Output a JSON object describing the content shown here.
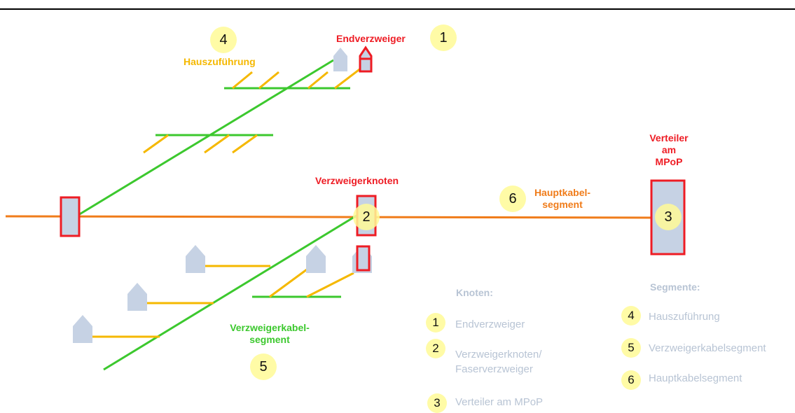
{
  "labels": {
    "endverzweiger": "Endverzweiger",
    "hauszufuehrung": "Hauszuführung",
    "verteiler": [
      "Verteiler",
      "am",
      "MPoP"
    ],
    "verzweigerknoten": "Verzweigerknoten",
    "hauptkabel": [
      "Hauptkabel-",
      "segment"
    ],
    "verzweigerkabel": [
      "Verzweigerkabel-",
      "segment"
    ]
  },
  "badges": {
    "endverzweiger": "1",
    "verzweigerknoten": "2",
    "verteiler": "3",
    "hauszufuehrung": "4",
    "verzweigerkabel": "5",
    "hauptkabel": "6"
  },
  "legend": {
    "knoten_title": "Knoten:",
    "knoten": [
      {
        "num": "1",
        "text": "Endverzweiger"
      },
      {
        "num": "2",
        "text": "Verzweigerknoten/"
      },
      {
        "num": "",
        "text": "Faserverzweiger"
      },
      {
        "num": "3",
        "text": "Verteiler am MPoP"
      }
    ],
    "segmente_title": "Segmente:",
    "segmente": [
      {
        "num": "4",
        "text": "Hauszuführung"
      },
      {
        "num": "5",
        "text": "Verzweigerkabelsegment"
      },
      {
        "num": "6",
        "text": "Hauptkabelsegment"
      }
    ]
  },
  "colors": {
    "node_red": "#ee1c24",
    "node_fill": "#c6d2e4",
    "house_fill": "#c6d2e4",
    "main_cable": "#f07c1a",
    "branch_cable": "#3cc82e",
    "drop_cable": "#f5b800",
    "badge_fill": "#fff796",
    "legend_text": "#b8c4d4"
  }
}
